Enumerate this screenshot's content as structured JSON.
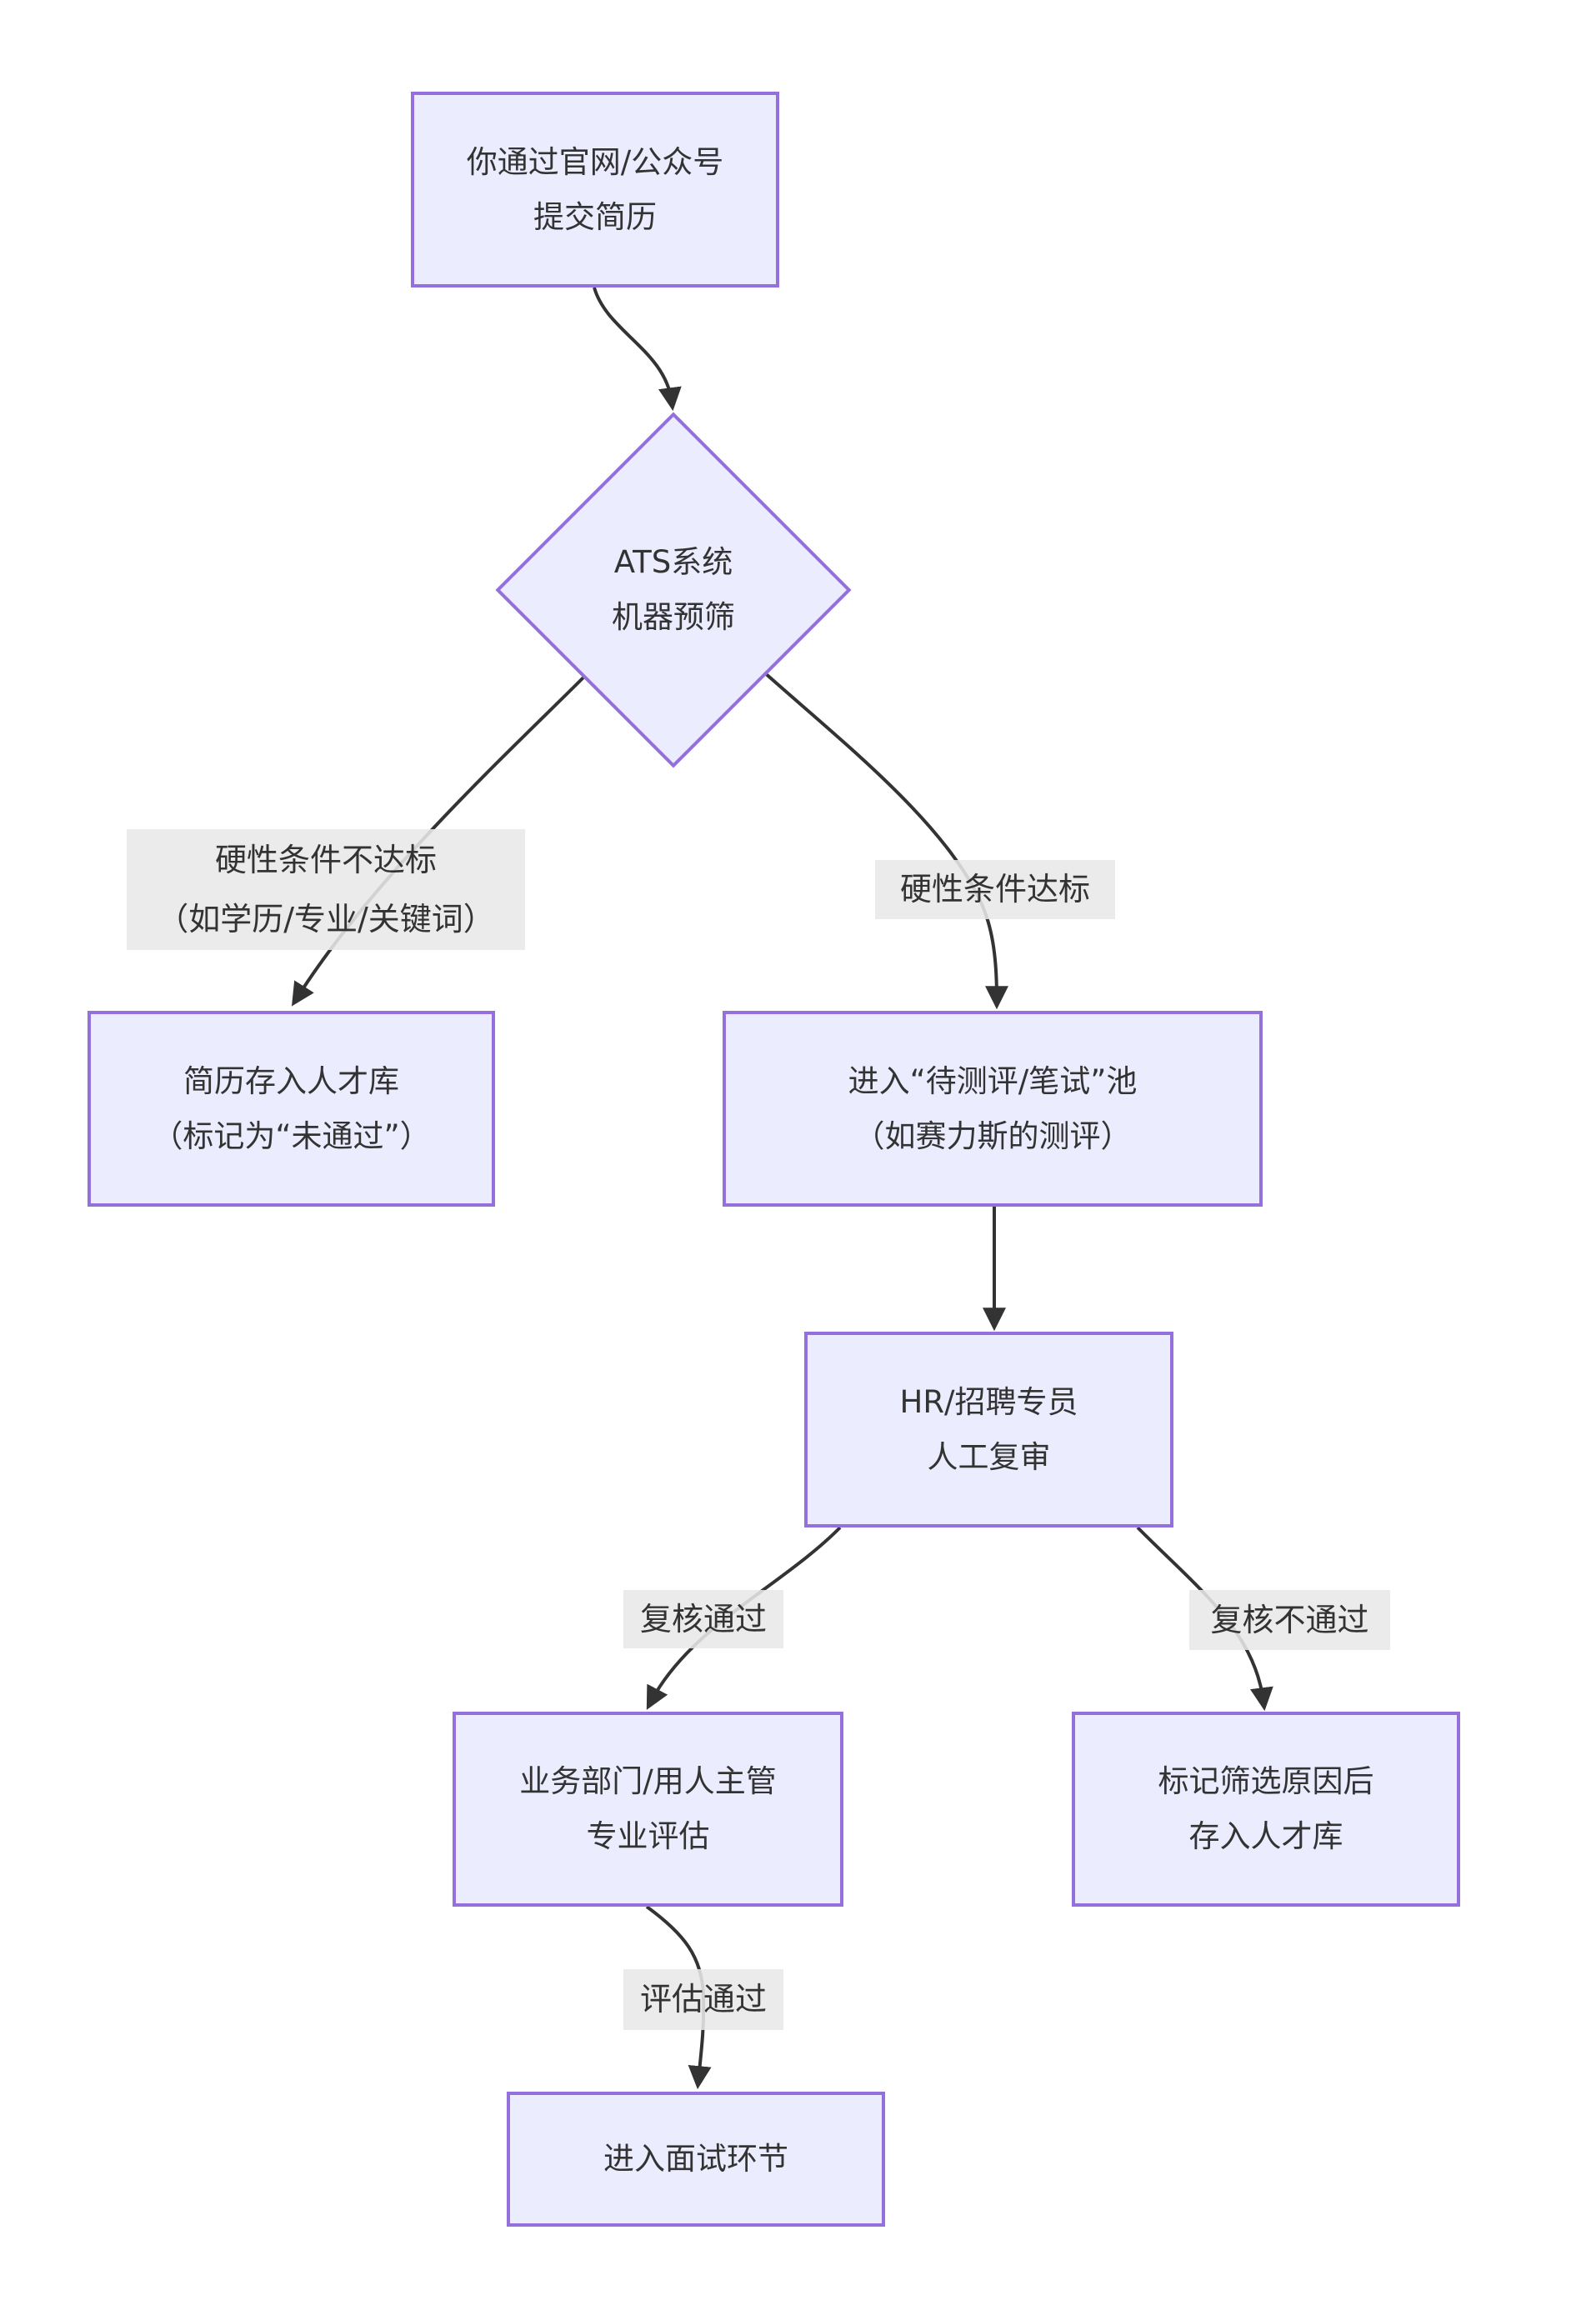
{
  "diagram": {
    "type": "flowchart",
    "background": "#ffffff",
    "colors": {
      "node_fill": "#ECECFF",
      "node_border": "#9370DB",
      "edge_line": "#333333",
      "edge_label_bg": "#e8e8e8",
      "text": "#333333"
    },
    "nodes": {
      "submit": {
        "shape": "rect",
        "lines": [
          "你通过官网/公众号",
          "提交简历"
        ]
      },
      "ats": {
        "shape": "diamond",
        "lines": [
          "ATS系统",
          "机器预筛"
        ]
      },
      "pool_fail": {
        "shape": "rect",
        "lines": [
          "简历存入人才库",
          "（标记为“未通过”）"
        ]
      },
      "pool_pass": {
        "shape": "rect",
        "lines": [
          "进入“待测评/笔试”池",
          "（如赛力斯的测评）"
        ]
      },
      "hr": {
        "shape": "rect",
        "lines": [
          "HR/招聘专员",
          "人工复审"
        ]
      },
      "biz": {
        "shape": "rect",
        "lines": [
          "业务部门/用人主管",
          "专业评估"
        ]
      },
      "mark": {
        "shape": "rect",
        "lines": [
          "标记筛选原因后",
          "存入人才库"
        ]
      },
      "interview": {
        "shape": "rect",
        "lines": [
          "进入面试环节"
        ]
      }
    },
    "edge_labels": {
      "ats_fail": {
        "lines": [
          "硬性条件不达标",
          "（如学历/专业/关键词）"
        ]
      },
      "ats_pass": {
        "lines": [
          "硬性条件达标"
        ]
      },
      "review_pass": {
        "lines": [
          "复核通过"
        ]
      },
      "review_fail": {
        "lines": [
          "复核不通过"
        ]
      },
      "eval_pass": {
        "lines": [
          "评估通过"
        ]
      }
    },
    "edges": [
      {
        "from": "submit",
        "to": "ats",
        "label": ""
      },
      {
        "from": "ats",
        "to": "pool_fail",
        "label": "硬性条件不达标（如学历/专业/关键词）"
      },
      {
        "from": "ats",
        "to": "pool_pass",
        "label": "硬性条件达标"
      },
      {
        "from": "pool_pass",
        "to": "hr",
        "label": ""
      },
      {
        "from": "hr",
        "to": "biz",
        "label": "复核通过"
      },
      {
        "from": "hr",
        "to": "mark",
        "label": "复核不通过"
      },
      {
        "from": "biz",
        "to": "interview",
        "label": "评估通过"
      }
    ]
  }
}
